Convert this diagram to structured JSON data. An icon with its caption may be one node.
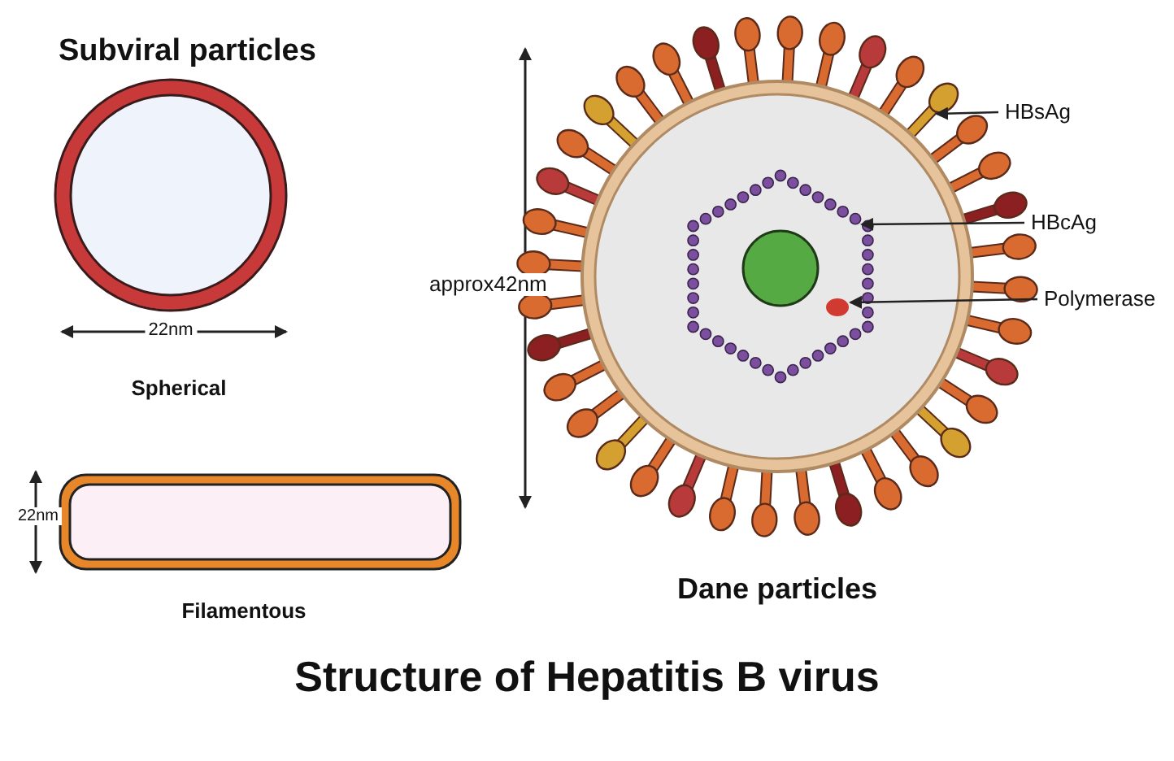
{
  "diagram": {
    "caption": "Structure of Hepatitis B virus",
    "nodes": [
      {
        "text": [
          "HBsAg"
        ]
      },
      {
        "text": [
          "HBcAg"
        ]
      },
      {
        "text": [
          "Polymerase"
        ]
      }
    ],
    "edges": [
      {
        "from": 0,
        "to": null,
        "arrow": "to"
      },
      {
        "from": 1,
        "to": null,
        "arrow": "to"
      },
      {
        "from": 2,
        "to": null,
        "arrow": "to"
      }
    ],
    "labels": [
      "Subviral particles",
      "22nm",
      "Spherical",
      "22nm",
      "Filamentous",
      "approx42nm",
      "Dane particles"
    ]
  }
}
